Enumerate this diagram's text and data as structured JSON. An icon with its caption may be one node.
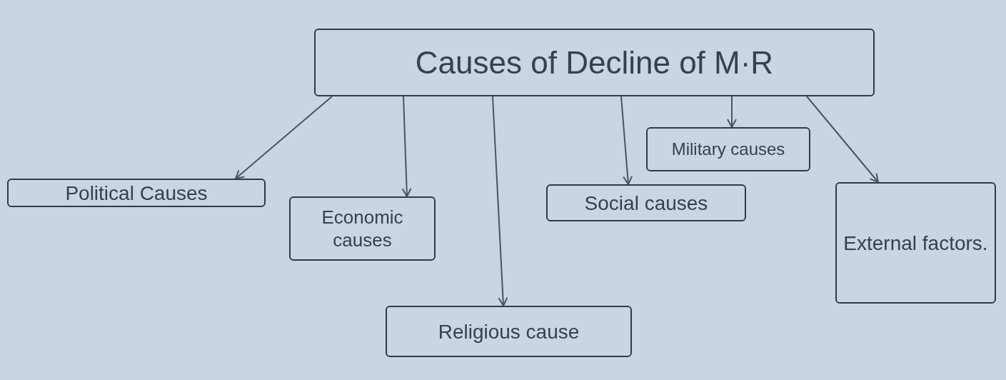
{
  "diagram": {
    "nodes": [
      {
        "text": [
          "Causes of Decline of M·R"
        ]
      },
      {
        "text": [
          "Political Causes"
        ]
      },
      {
        "text": [
          "Economic causes"
        ]
      },
      {
        "text": [
          "Religious cause"
        ]
      },
      {
        "text": [
          "Social causes"
        ]
      },
      {
        "text": [
          "Military causes"
        ]
      },
      {
        "text": [
          "External factors."
        ]
      }
    ],
    "edges": [
      {
        "from": 0,
        "to": 1,
        "arrow": "to"
      },
      {
        "from": 0,
        "to": 2,
        "arrow": "to"
      },
      {
        "from": 0,
        "to": 3,
        "arrow": "to"
      },
      {
        "from": 0,
        "to": 4,
        "arrow": "to"
      },
      {
        "from": 0,
        "to": 5,
        "arrow": "to"
      },
      {
        "from": 0,
        "to": 6,
        "arrow": "to"
      }
    ]
  }
}
